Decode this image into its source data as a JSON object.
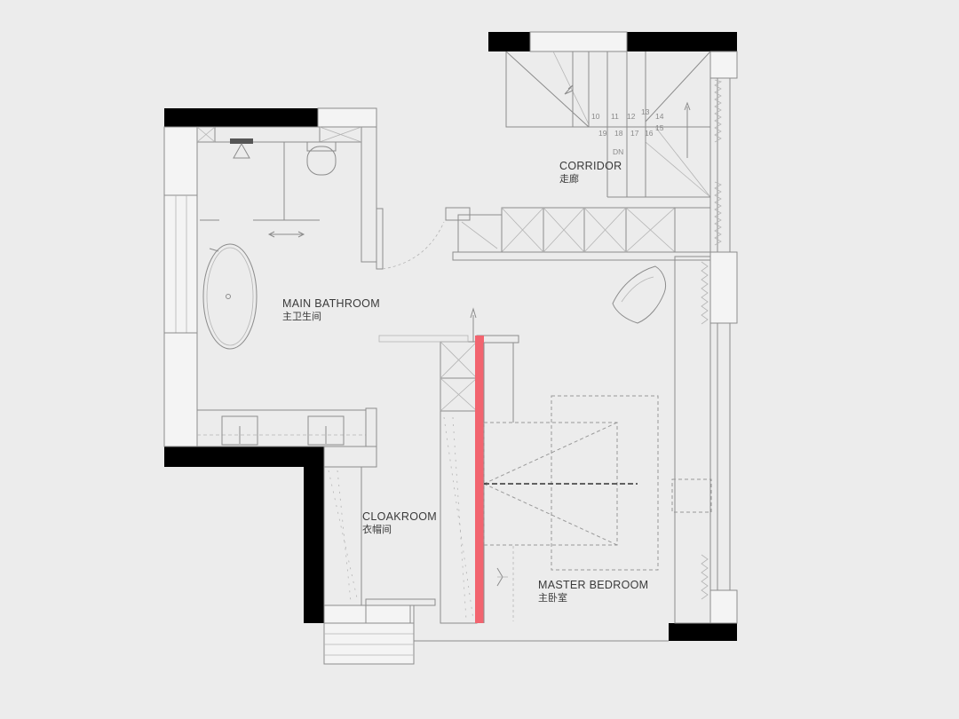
{
  "rooms": {
    "corridor": {
      "name": "CORRIDOR",
      "name_cn": "走廊"
    },
    "main_bathroom": {
      "name": "MAIN BATHROOM",
      "name_cn": "主卫生间"
    },
    "cloakroom": {
      "name": "CLOAKROOM",
      "name_cn": "衣帽间"
    },
    "master_bedroom": {
      "name": "MASTER BEDROOM",
      "name_cn": "主卧室"
    }
  },
  "stairs": {
    "upper_steps": [
      "10",
      "11",
      "12",
      "13",
      "14"
    ],
    "lower_steps": [
      "19",
      "18",
      "17",
      "16",
      "15"
    ],
    "direction": "DN"
  },
  "colors": {
    "background": "#ececec",
    "wall": "#000000",
    "new_partition": "#f2646f"
  }
}
